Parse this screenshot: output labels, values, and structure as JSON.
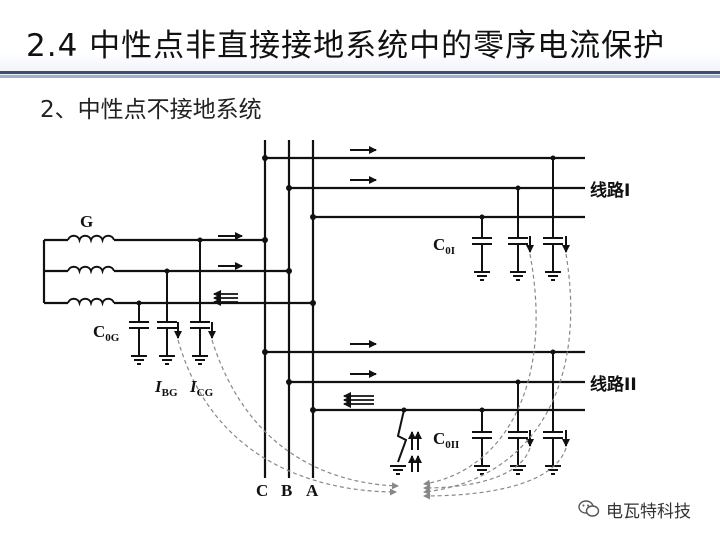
{
  "slide": {
    "title": "2.4 中性点非直接接地系统中的零序电流保护",
    "subtitle": "2、中性点不接地系统"
  },
  "diagram": {
    "generator_label": "G",
    "generator_capacitor": {
      "main": "C",
      "sub": "0G"
    },
    "current_labels": [
      {
        "main": "I",
        "sub": "BG"
      },
      {
        "main": "I",
        "sub": "CG"
      }
    ],
    "bus_labels": [
      "C",
      "B",
      "A"
    ],
    "line1": {
      "label": "线路I",
      "capacitor": {
        "main": "C",
        "sub": "0I"
      }
    },
    "line2": {
      "label": "线路II",
      "capacitor": {
        "main": "C",
        "sub": "0II"
      }
    }
  },
  "watermark": {
    "text": "电瓦特科技",
    "icon": "wechat-icon"
  }
}
